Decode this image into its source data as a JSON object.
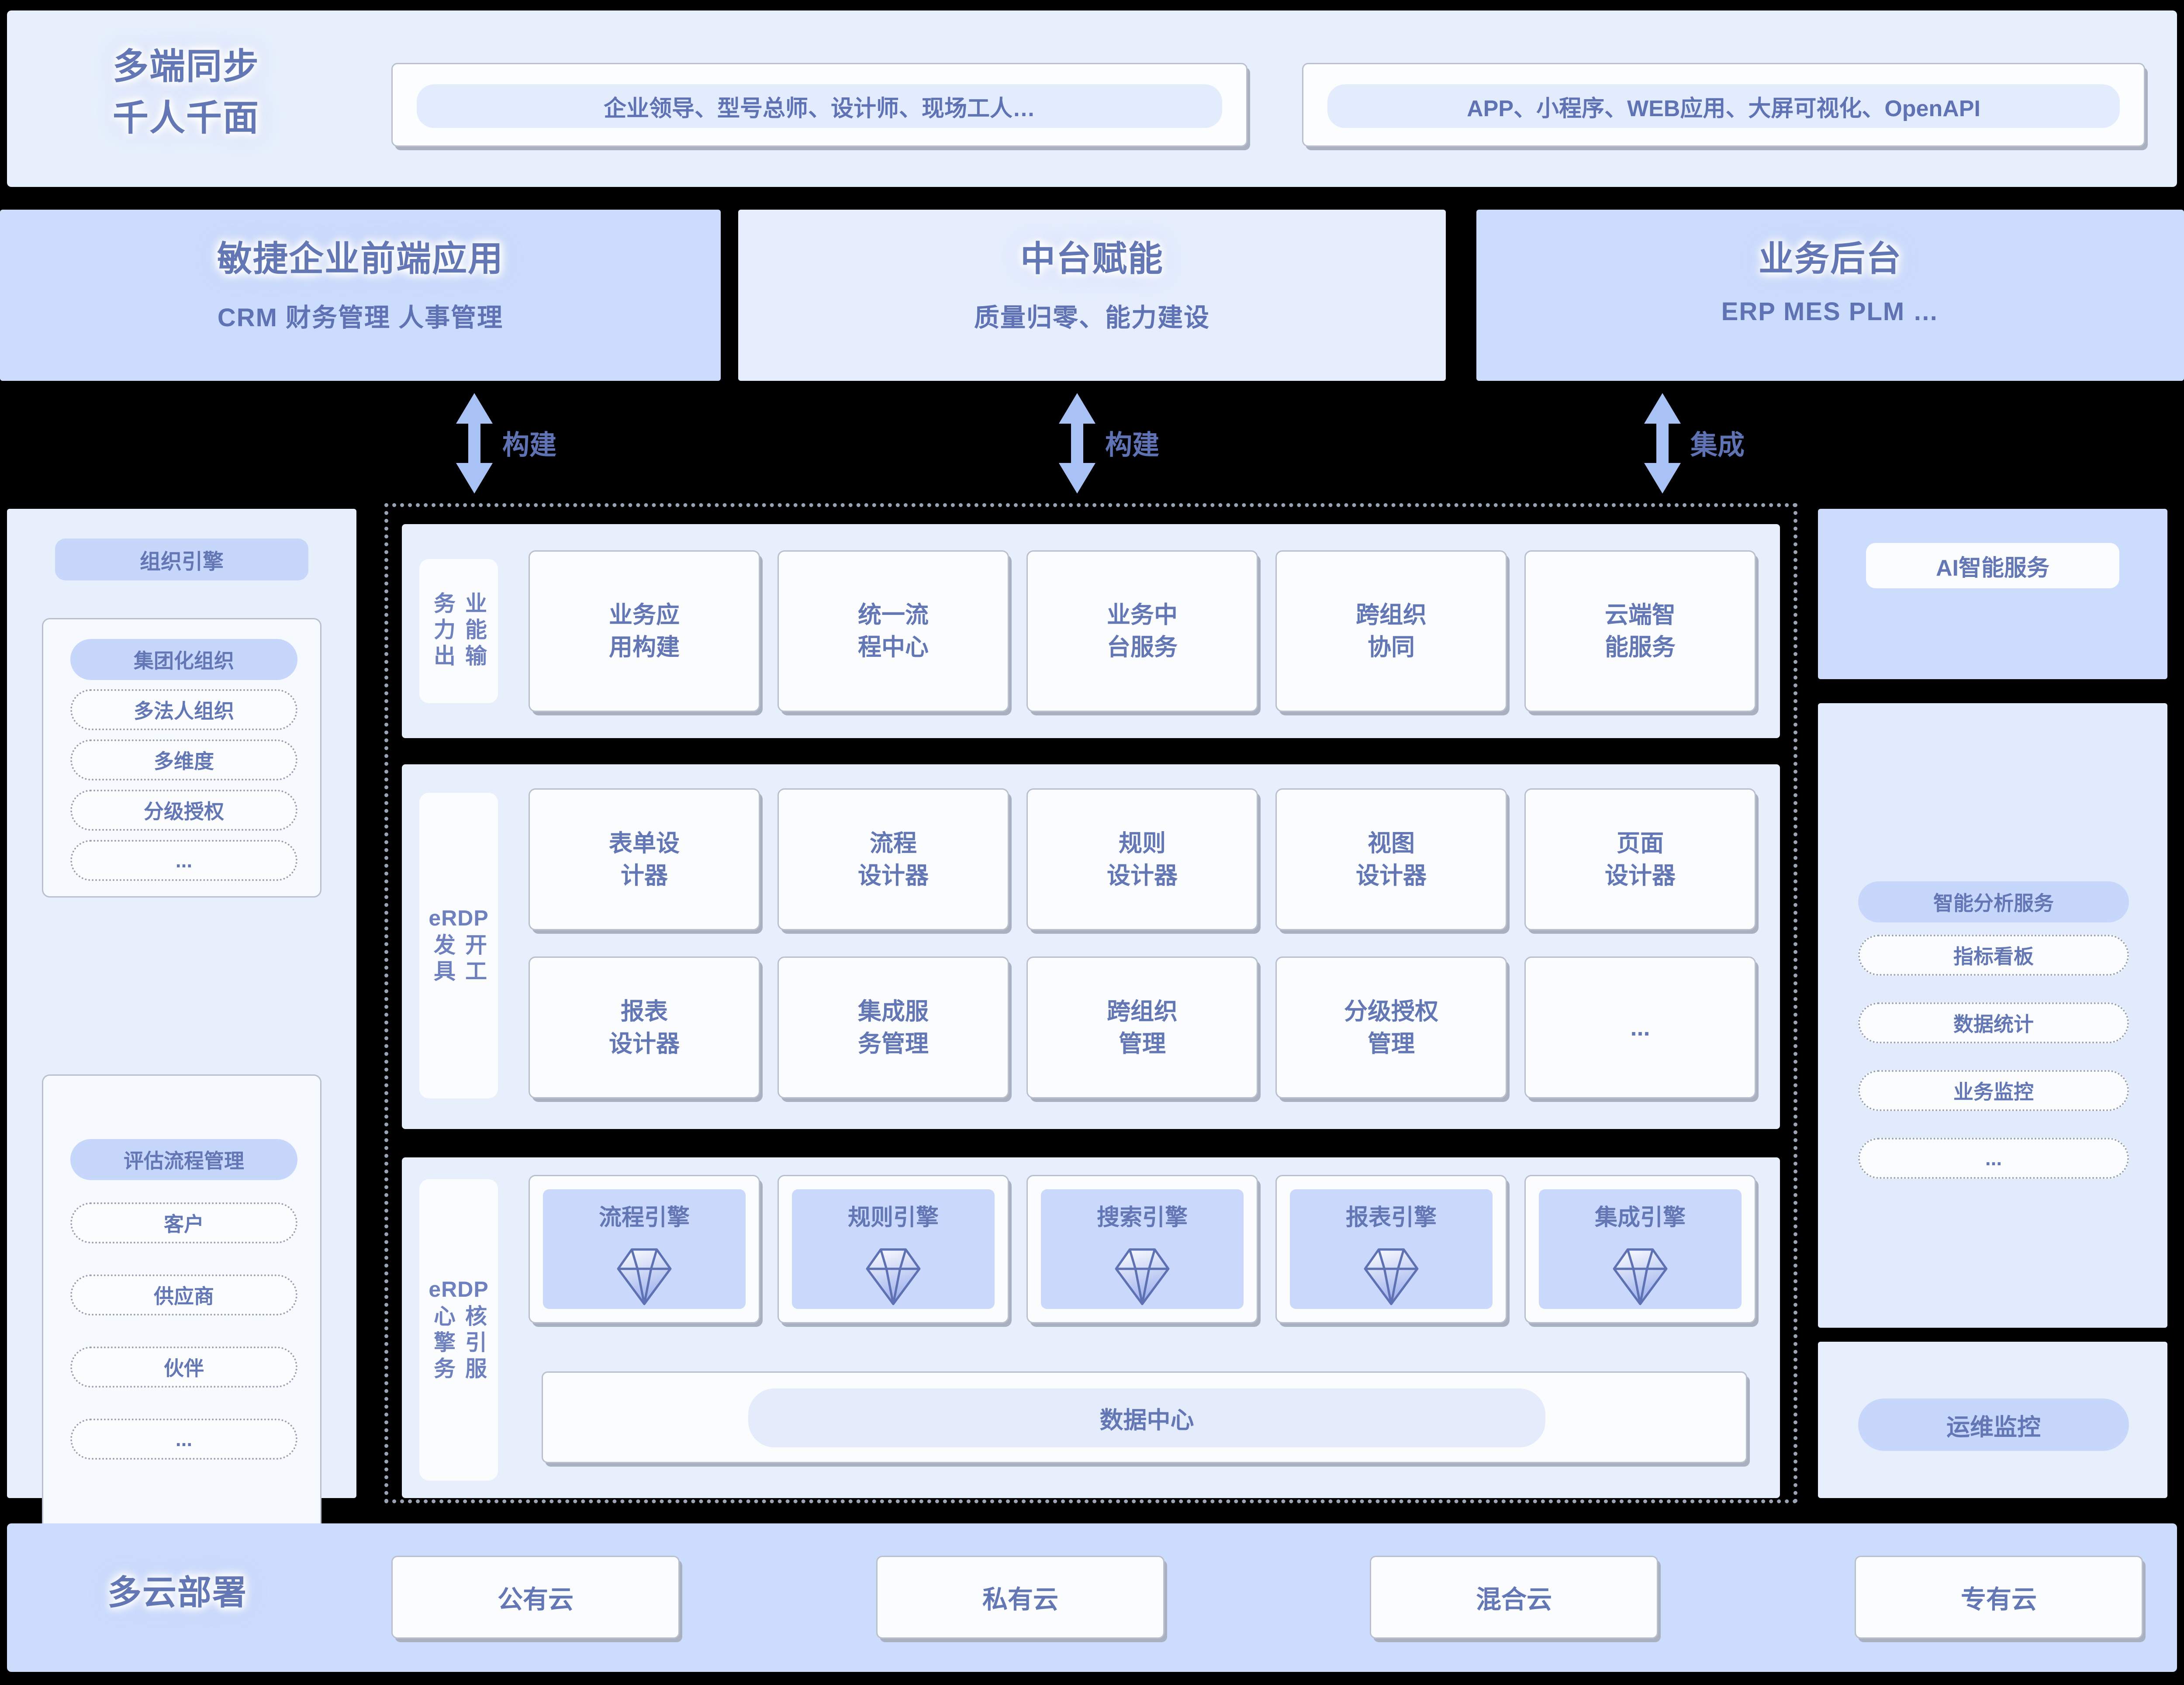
{
  "top_band": {
    "label_line1": "多端同步",
    "label_line2": "千人千面",
    "box1_text": "企业领导、型号总师、设计师、现场工人…",
    "box2_text": "APP、小程序、WEB应用、大屏可视化、OpenAPI"
  },
  "platform_row": [
    {
      "title": "敏捷企业前端应用",
      "subtitle": "CRM  财务管理  人事管理"
    },
    {
      "title": "中台赋能",
      "subtitle": "质量归零、能力建设"
    },
    {
      "title": "业务后台",
      "subtitle": "ERP  MES  PLM …"
    }
  ],
  "arrows": [
    {
      "label": "构建",
      "icon": "double-arrow-vertical-icon"
    },
    {
      "label": "构建",
      "icon": "double-arrow-vertical-icon"
    },
    {
      "label": "集成",
      "icon": "double-arrow-vertical-icon"
    }
  ],
  "left_column": {
    "group1": {
      "heading": "组织引擎",
      "primary": "集团化组织",
      "items": [
        "多法人组织",
        "多维度",
        "分级授权",
        "..."
      ]
    },
    "group2": {
      "primary": "评估流程管理",
      "items": [
        "客户",
        "供应商",
        "伙伴",
        "..."
      ]
    }
  },
  "right_column": {
    "ai_service": "AI智能服务",
    "analysis": {
      "heading": "智能分析服务",
      "items": [
        "指标看板",
        "数据统计",
        "业务监控",
        "..."
      ]
    },
    "ops": "运维监控"
  },
  "erdp": {
    "capability": {
      "side_label_word": "",
      "side_label_col_right": "业能输",
      "side_label_col_left": "务力出",
      "side_label_full": "业务能力输出",
      "tiles": [
        {
          "line1": "业务应",
          "line2": "用构建"
        },
        {
          "line1": "统一流",
          "line2": "程中心"
        },
        {
          "line1": "业务中",
          "line2": "台服务"
        },
        {
          "line1": "跨组织",
          "line2": "协同"
        },
        {
          "line1": "云端智",
          "line2": "能服务"
        }
      ]
    },
    "devtools": {
      "side_label_word": "eRDP",
      "side_label_col_right": "开工",
      "side_label_col_left": "发具",
      "side_label_full": "eRDP 开发工具",
      "tiles_row1": [
        {
          "line1": "表单设",
          "line2": "计器"
        },
        {
          "line1": "流程",
          "line2": "设计器"
        },
        {
          "line1": "规则",
          "line2": "设计器"
        },
        {
          "line1": "视图",
          "line2": "设计器"
        },
        {
          "line1": "页面",
          "line2": "设计器"
        }
      ],
      "tiles_row2": [
        {
          "line1": "报表",
          "line2": "设计器"
        },
        {
          "line1": "集成服",
          "line2": "务管理"
        },
        {
          "line1": "跨组织",
          "line2": "管理"
        },
        {
          "line1": "分级授权",
          "line2": "管理"
        },
        {
          "line1": "...",
          "line2": ""
        }
      ]
    },
    "core": {
      "side_label_word": "eRDP",
      "side_label_col_right": "核引服",
      "side_label_col_left": "心擎务",
      "side_label_full": "eRDP 核心引擎服务",
      "engines": [
        {
          "name": "流程引擎",
          "icon": "gem-icon"
        },
        {
          "name": "规则引擎",
          "icon": "gem-icon"
        },
        {
          "name": "搜索引擎",
          "icon": "gem-icon"
        },
        {
          "name": "报表引擎",
          "icon": "gem-icon"
        },
        {
          "name": "集成引擎",
          "icon": "gem-icon"
        }
      ],
      "data_center": "数据中心"
    }
  },
  "bottom_band": {
    "label": "多云部署",
    "clouds": [
      "公有云",
      "私有云",
      "混合云",
      "专有云"
    ]
  },
  "colors": {
    "page_bg": "#000000",
    "band_light": "#e7effc",
    "band_blue": "#ccdcfc",
    "panel_mid": "#e6eefd",
    "ink": "#6477b5",
    "pill_fill": "#c7d6fb",
    "card_border": "#b9bfcc",
    "dotted": "#9aa3b5",
    "arrow_fill": "#a9c2f5"
  }
}
